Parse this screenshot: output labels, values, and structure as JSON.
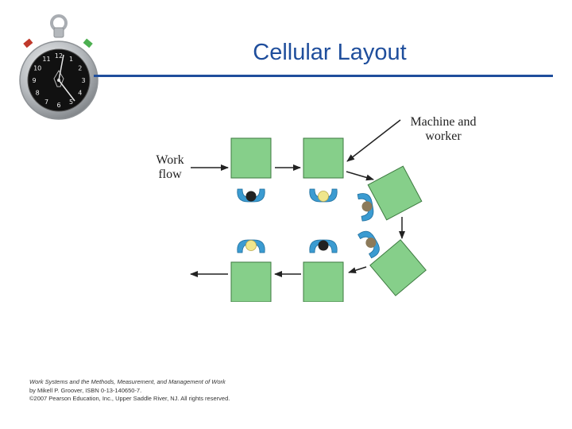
{
  "slide": {
    "title": "Cellular Layout"
  },
  "diagram": {
    "label_machine_line1": "Machine and",
    "label_machine_line2": "worker",
    "label_work": "Work",
    "label_flow": "flow",
    "machine_color": "#86cf8a",
    "worker_color": "#3b9bd1"
  },
  "stopwatch": {
    "numbers": [
      "12",
      "1",
      "2",
      "3",
      "4",
      "5",
      "6",
      "7",
      "8",
      "9",
      "10",
      "11"
    ]
  },
  "footer": {
    "line1": "Work Systems and the Methods, Measurement, and Management of Work",
    "line2": "by Mikell P. Groover, ISBN 0-13-140650-7.",
    "line3": "©2007 Pearson Education, Inc., Upper Saddle River, NJ.  All rights reserved."
  }
}
